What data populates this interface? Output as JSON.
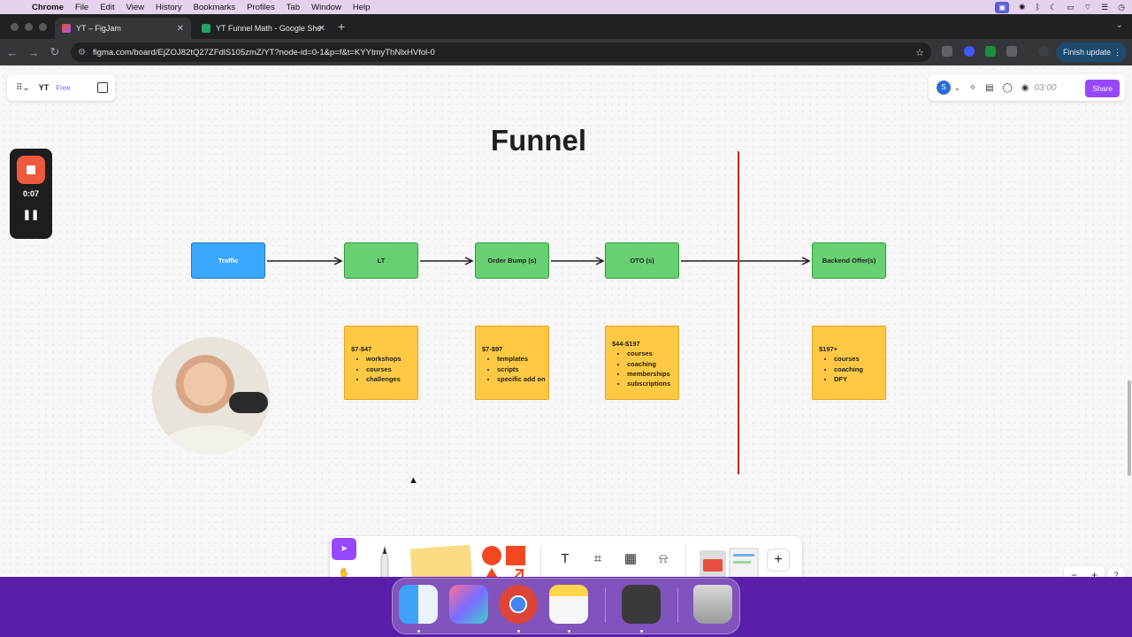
{
  "menubar": {
    "apple": "",
    "items": [
      "Chrome",
      "File",
      "Edit",
      "View",
      "History",
      "Bookmarks",
      "Profiles",
      "Tab",
      "Window",
      "Help"
    ]
  },
  "browser": {
    "tabs": [
      {
        "title": "YT – FigJam",
        "active": true
      },
      {
        "title": "YT Funnel Math - Google She",
        "active": false
      }
    ],
    "url": "figma.com/board/EjZOJ82tQ27ZFdlS105zmZ/YT?node-id=0-1&p=f&t=KYYtmyThNlxHVfol-0",
    "finish_update": "Finish update"
  },
  "figjam": {
    "file_name": "YT",
    "plan": "Free",
    "avatar_initial": "S",
    "timer": "03:00",
    "share": "Share",
    "recording_time": "0:07",
    "recording_pause": "❚❚"
  },
  "board": {
    "title": "Funnel",
    "steps": [
      {
        "label": "Traffic",
        "color": "#3aa7ff"
      },
      {
        "label": "LT",
        "color": "#68d072"
      },
      {
        "label": "Order Bump (s)",
        "color": "#68d072"
      },
      {
        "label": "OTO (s)",
        "color": "#68d072"
      },
      {
        "label": "Backend Offer(s)",
        "color": "#68d072"
      }
    ],
    "stickies": [
      {
        "price": "$7-$47",
        "items": [
          "workshops",
          "courses",
          "challenges"
        ]
      },
      {
        "price": "$7-$97",
        "items": [
          "templates",
          "scripts",
          "specific add on"
        ]
      },
      {
        "price": "$44-$197",
        "items": [
          "courses",
          "coaching",
          "memberships",
          "subscriptions"
        ]
      },
      {
        "price": "$197+",
        "items": [
          "courses",
          "coaching",
          "DFY"
        ]
      }
    ],
    "divider_color": "#c8261f"
  },
  "tools": {
    "select": "select-tool",
    "hand": "hand-tool",
    "text_glyph": "T",
    "plus": "+"
  },
  "zoom": {
    "minus": "−",
    "plus": "+",
    "help": "?"
  }
}
